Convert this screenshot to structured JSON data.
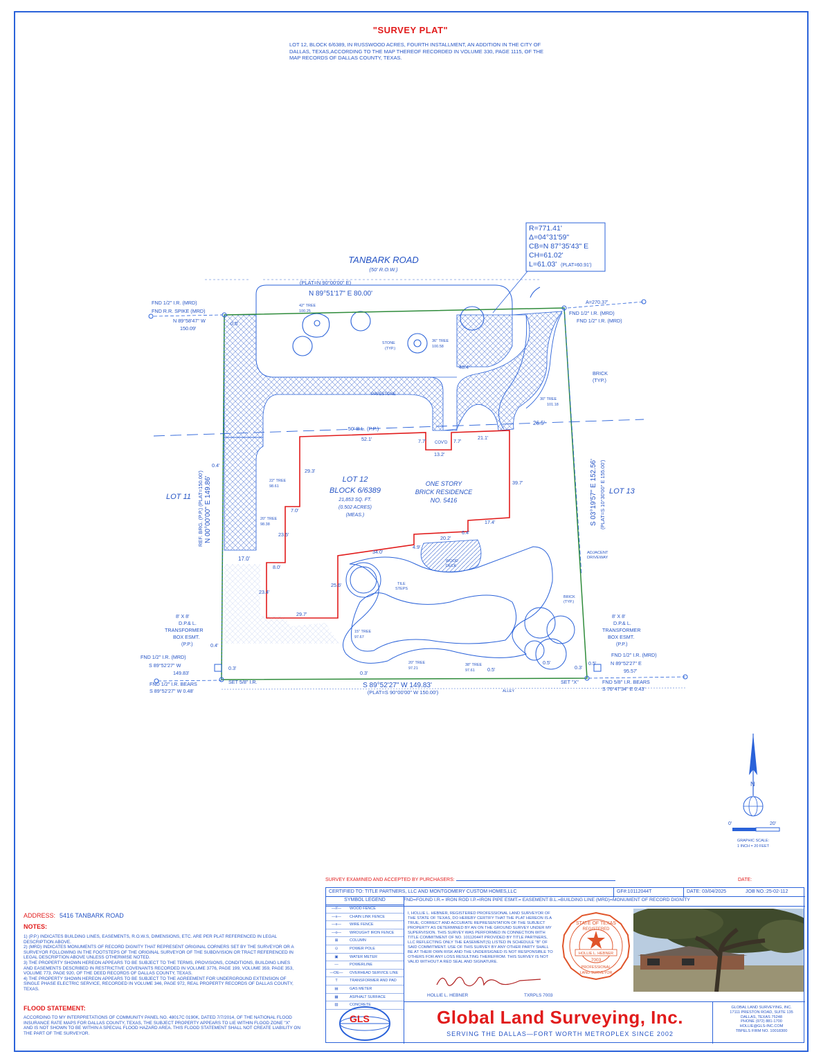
{
  "title": "\"SURVEY PLAT\"",
  "legal_description": "LOT 12, BLOCK 6/6389, IN RUSSWOOD ACRES, FOURTH INSTALLMENT, AN ADDITION IN THE CITY OF DALLAS, TEXAS,ACCORDING TO THE MAP THEREOF RECORDED IN VOLUME 330, PAGE 1115, OF THE MAP RECORDS OF DALLAS COUNTY, TEXAS.",
  "plat": {
    "street": "TANBARK ROAD",
    "row": "(50' R.O.W.)",
    "curve": [
      "R=771.41'",
      "Δ=04°31'59\"",
      "CB=N 87°35'43\" E",
      "CH=61.02'",
      "L=61.03'"
    ],
    "curve_plat": "(PLAT=60.91')",
    "north_call_plat": "(PLAT=N 90°00'00\" E)",
    "north_call": "N 89°51'17\" E  80.00'",
    "south_call": "S 89°52'27\" W  149.83'",
    "south_call_plat": "(PLAT=S 90°00'00\" W 150.00')",
    "west_call": "N 00°00'00\" E  149.86'",
    "west_call_plat": "REF. BRG. (P.P.) (PLAT=150.00')",
    "east_call": "S 03°19'57\" E  152.56'",
    "east_call_plat": "(PLAT=S 10°30'00\" E 155.00')",
    "lot_left": "LOT 11",
    "lot_right": "LOT 13",
    "lot_label": [
      "LOT 12",
      "BLOCK 6/6389"
    ],
    "area": [
      "21,853 SQ. FT.",
      "(0.502 ACRES)",
      "(MEAS.)"
    ],
    "residence": [
      "ONE STORY",
      "BRICK RESIDENCE",
      "NO. 5416"
    ],
    "building_line": "50' B.L. (P.P.)",
    "pavestone": "PAVESTONE",
    "wood_deck": [
      "WOOD",
      "DECK"
    ],
    "tile_steps": [
      "TILE",
      "STEPS"
    ],
    "covd": "COV'D",
    "alley": "ALLEY",
    "adjacent_driveway": [
      "ADJACENT",
      "DRIVEWAY"
    ],
    "brick_typ": [
      "BRICK",
      "(TYP.)"
    ],
    "stone_typ": [
      "STONE",
      "(TYP.)"
    ],
    "trees": [
      {
        "label": "42\" TREE",
        "elev": "100.25"
      },
      {
        "label": "36\" TREE",
        "elev": "100.58"
      },
      {
        "label": "30\" TREE",
        "elev": "101.18"
      },
      {
        "label": "22\" TREE",
        "elev": "98.61"
      },
      {
        "label": "20\" TREE",
        "elev": "98.38"
      },
      {
        "label": "15\" TREE",
        "elev": "97.67"
      },
      {
        "label": "20\" TREE",
        "elev": "97.21"
      },
      {
        "label": "38\" TREE",
        "elev": "97.61"
      }
    ],
    "corners": {
      "nw": [
        "FND 1/2\" I.R. (MRD)",
        "FND R.R. SPIKE (MRD)",
        "N 89°58'47\" W",
        "150.09'"
      ],
      "ne": [
        "A=270.37'",
        "FND 1/2\" I.R. (MRD)",
        "FND 1/2\" I.R. (MRD)"
      ],
      "sw": [
        "FND 1/2\" I.R. (MRD)",
        "S 89°52'27\" W",
        "149.83'",
        "FND 1/2\" I.R. BEARS",
        "S 89°52'27\" W 0.48'"
      ],
      "sw_set": "SET 5/8\" I.R.",
      "se": [
        "FND 1/2\" I.R. (MRD)",
        "N 89°52'27\" E",
        "95.57'",
        "FND 5/8\" I.R. BEARS",
        "S 76°47'34\" E 0.43'"
      ],
      "se_set": "SET \"X\"",
      "transformer_l": [
        "8' X 8'",
        "D.P.& L.",
        "TRANSFORMER",
        "BOX ESMT.",
        "(P.P.)"
      ],
      "transformer_r": [
        "8' X 8'",
        "D.P.& L.",
        "TRANSFORMER",
        "BOX ESMT.",
        "(P.P.)"
      ]
    },
    "dims": [
      "52.1'",
      "7.7'",
      "13.2'",
      "7.7'",
      "21.1'",
      "29.3'",
      "7.0'",
      "23.5'",
      "8.0'",
      "23.4'",
      "29.7'",
      "25.6'",
      "34.0'",
      "4.9'",
      "20.2'",
      "6.4'",
      "17.4'",
      "39.7'",
      "17.0'",
      "26.5'",
      "48.4'",
      "0.5'",
      "0.4'",
      "0.3'",
      "0.4'",
      "0.3'",
      "0.5'",
      "0.5'",
      "0.3'",
      "0.5'"
    ],
    "scale_ticks": [
      "0'",
      "20'"
    ],
    "scale_caption": [
      "GRAPHIC SCALE:",
      "1 INCH = 20 FEET"
    ],
    "north": "N"
  },
  "address_label": "ADDRESS:",
  "address": "5416 TANBARK ROAD",
  "notes_heading": "NOTES:",
  "notes": [
    "1) (P.P.) INDICATES BUILDING LINES, EASEMENTS, R.O.W.S, DIMENSIONS, ETC. ARE PER PLAT REFERENCED IN LEGAL DESCRIPTION ABOVE.",
    "2) (MRD) INDICATES MONUMENTS OF RECORD DIGNITY THAT REPRESENT ORIGINAL CORNERS SET BY THE SURVEYOR OR A SURVEYOR FOLLOWING IN THE FOOTSTEPS OF THE ORIGINAL SURVEYOR OF THE SUBDIVISION OR TRACT REFERENCED IN LEGAL DESCRIPTION ABOVE UNLESS OTHERWISE NOTED.",
    "3) THE PROPERTY SHOWN HEREON APPEARS TO BE SUBJECT TO THE TERMS, PROVISIONS, CONDITIONS, BUILDING LINES AND EASEMENTS DESCRIBED IN RESTRICTIVE COVENANTS RECORDED IN VOLUME 3776, PAGE 199, VOLUME 359, PAGE 353, VOLUME 773, PAGE 920, OF THE DEED RECORDS OF DALLAS COUNTY, TEXAS.",
    "4) THE PROPERTY SHOWN HEREON APPEARS TO BE SUBJECT TO THE AGREEMENT FOR UNDERGROUND EXTENSION OF SINGLE PHASE ELECTRIC SERVICE, RECORDED IN VOLUME 346, PAGE 972, REAL PROPERTY RECORDS OF DALLAS COUNTY, TEXAS."
  ],
  "flood_heading": "FLOOD STATEMENT:",
  "flood": "ACCORDING TO MY INTERPRETATIONS OF COMMUNITY PANEL NO. 48017C 0190K, DATED 7/7/2014, OF THE NATIONAL FLOOD INSURANCE RATE MAPS FOR DALLAS COUNTY, TEXAS, THE SUBJECT PROPERTY APPEARS TO LIE WITHIN FLOOD ZONE \"X\" AND IS NOT SHOWN TO BE WITHIN A SPECIAL FLOOD HAZARD AREA. THIS FLOOD STATEMENT SHALL NOT CREATE LIABILITY ON THE PART OF THE SURVEYOR.",
  "title_block": {
    "accepted": "SURVEY EXAMINED AND ACCEPTED BY PURCHASERS:",
    "date_label": "DATE:",
    "certified": "CERTIFIED TO: TITLE PARTNERS, LLC AND MONTGOMERY CUSTOM HOMES,LLC",
    "gf": "GF#:10112044T",
    "date": "DATE: 03/04/2025",
    "job": "JOB NO.:25-02-112",
    "abbrev": "FND=FOUND   I.R.= IRON ROD   I.P.=IRON PIPE   ESMT.= EASEMENT  B.L.=BUILDING LINE  (MRD)=MONUMENT OF RECORD DIGNITY",
    "legend_heading": "SYMBOL LEGEND",
    "legend": [
      {
        "sym": "—//—",
        "label": "WOOD FENCE"
      },
      {
        "sym": "—x—",
        "label": "CHAIN LINK FENCE"
      },
      {
        "sym": "—x—",
        "label": "WIRE FENCE"
      },
      {
        "sym": "—o—",
        "label": "WROUGHT IRON FENCE"
      },
      {
        "sym": "⊠",
        "label": "COLUMN"
      },
      {
        "sym": "⊙",
        "label": "POWER POLE"
      },
      {
        "sym": "▣",
        "label": "WATER METER"
      },
      {
        "sym": "—",
        "label": "POWERLINE"
      },
      {
        "sym": "—OE—",
        "label": "OVERHEAD SERVICE LINE"
      },
      {
        "sym": "T",
        "label": "TRANSFORMER AND PAD"
      },
      {
        "sym": "▤",
        "label": "GAS METER"
      },
      {
        "sym": "▦",
        "label": "ASPHALT SURFACE"
      },
      {
        "sym": "▨",
        "label": "CONCRETE"
      }
    ],
    "certification": "I, HOLLIE L. HEBNER, REGISTERED PROFESSIONAL LAND SURVEYOR OF THE STATE OF TEXAS, DO HEREBY CERTIFY THAT THE PLAT HEREON IS A TRUE, CORRECT AND ACCURATE REPRESENTATION OF THE SUBJECT PROPERTY AS DETERMINED BY AN ON THE GROUND SURVEY UNDER MY SUPERVISION. THIS SURVEY WAS PERFORMED IN CONNECTION WITH TITLE COMMITMENT OF NO. 10112044T PROVIDED BY TITLE PARTNERS, LLC REFLECTING ONLY THE EASEMENT(S) LISTED IN SCHEDULE \"B\" OF SAID COMMITMENT. USE OF THIS SURVEY BY ANY OTHER PARTY SHALL BE AT THEIR OWN RISK AND THE UNDERSIGNED IS NOT RESPONSIBLE TO OTHERS FOR ANY LOSS RESULTING THEREFROM. THIS SURVEY IS NOT VALID WITHOUT A RED SEAL AND SIGNATURE.",
    "signer": "HOLLIE L. HEBNER",
    "license": "TXRPLS 7003",
    "seal": [
      "STATE OF TEXAS",
      "REGISTERED",
      "HOLLIE L. HEBNER",
      "7003",
      "PROFESSIONAL",
      "LAND SURVEYOR"
    ],
    "logo": "GLS",
    "company": "Global Land Surveying, Inc.",
    "tagline": "SERVING THE DALLAS—FORT WORTH METROPLEX SINCE 2002",
    "company_address": [
      "GLOBAL LAND SURVEYING, INC.",
      "17111 PRESTON ROAD, SUITE 135",
      "DALLAS, TEXAS 75248",
      "PHONE (972) 881-1700",
      "HOLLIE@GLS-INC.COM",
      "TBPELS FIRM NO. 10018300"
    ]
  },
  "colors": {
    "line": "#2a62d9",
    "red": "#e11b1b",
    "green": "#2e8b3a",
    "hatch": "#5a7fd6"
  }
}
